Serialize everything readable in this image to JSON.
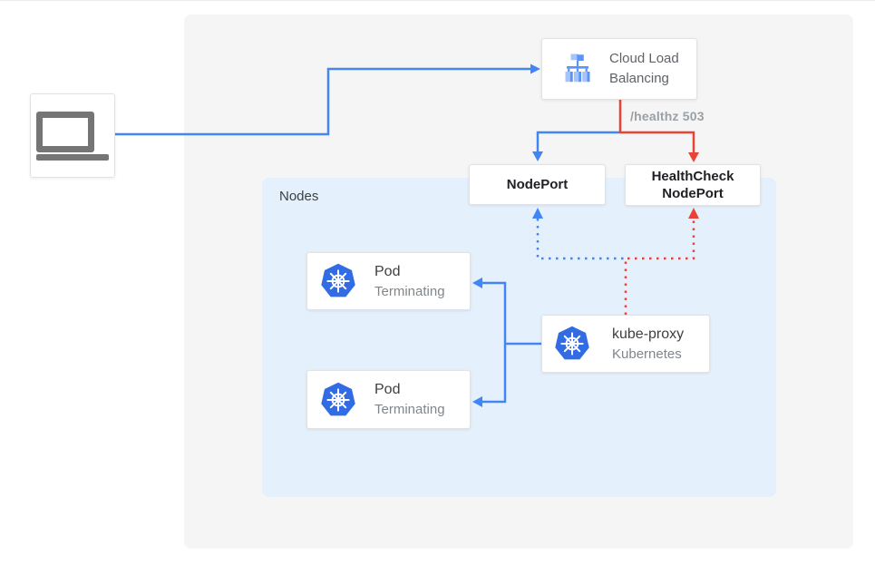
{
  "colors": {
    "blue": "#4285f4",
    "red": "#ea4335",
    "panel_bg": "#f5f5f5",
    "nodes_bg": "#e4f0fc",
    "k8s_blue": "#326ce5",
    "laptop_gray": "#757575",
    "lb_icon_light": "#a4c4fa",
    "lb_icon_medium": "#5b94f6",
    "lb_text": "#5f6368",
    "title_text": "#3c4043",
    "muted_text": "#80868b",
    "bold_text": "#202124",
    "healthz_text": "#9aa0a6"
  },
  "cloud_lb": {
    "label_line1": "Cloud Load",
    "label_line2": "Balancing"
  },
  "healthz_label": "/healthz 503",
  "nodes_panel": {
    "label": "Nodes"
  },
  "nodeport": {
    "label": "NodePort"
  },
  "healthcheck_nodeport": {
    "label_line1": "HealthCheck",
    "label_line2": "NodePort"
  },
  "pods": [
    {
      "title": "Pod",
      "status": "Terminating"
    },
    {
      "title": "Pod",
      "status": "Terminating"
    }
  ],
  "kube_proxy": {
    "title": "kube-proxy",
    "subtitle": "Kubernetes"
  }
}
